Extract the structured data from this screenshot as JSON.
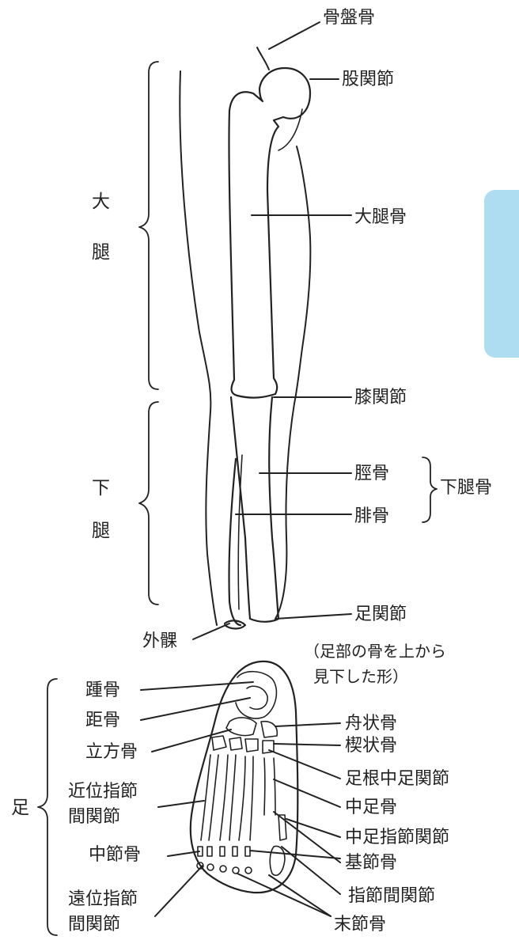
{
  "side_labels": {
    "thigh_1": "大",
    "thigh_2": "腿",
    "lower_leg_1": "下",
    "lower_leg_2": "腿",
    "foot": "足"
  },
  "labels": {
    "pelvis": "骨盤骨",
    "hip_joint": "股関節",
    "femur": "大腿骨",
    "knee_joint": "膝関節",
    "tibia": "脛骨",
    "fibula": "腓骨",
    "lower_leg_bones": "下腿骨",
    "ankle_joint": "足関節",
    "lateral_malleolus": "外髁",
    "note_line1": "（足部の骨を上から",
    "note_line2": "見下した形）",
    "calcaneus": "踵骨",
    "talus": "距骨",
    "cuboid": "立方骨",
    "pip_line1": "近位指節",
    "pip_line2": "間関節",
    "middle_phalanx": "中節骨",
    "dip_line1": "遠位指節",
    "dip_line2": "間関節",
    "navicular": "舟状骨",
    "cuneiform": "楔状骨",
    "tarsometatarsal": "足根中足関節",
    "metatarsal": "中足骨",
    "mtp_joint": "中足指節関節",
    "proximal_phalanx": "基節骨",
    "interphalangeal": "指節間関節",
    "distal_phalanx": "末節骨"
  },
  "colors": {
    "tab": "#aedcf1",
    "line": "#222222"
  }
}
